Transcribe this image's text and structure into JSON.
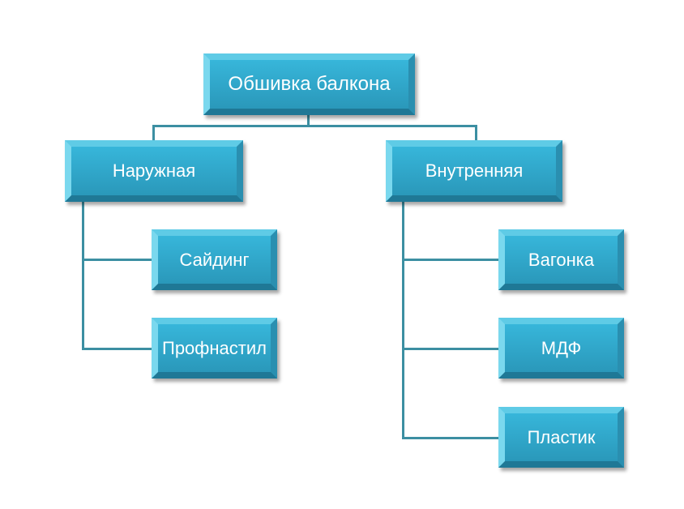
{
  "root": "Обшивка  балкона",
  "branches": [
    {
      "label": "Наружная",
      "children": [
        "Сайдинг",
        "Профнастил"
      ]
    },
    {
      "label": "Внутренняя",
      "children": [
        "Вагонка",
        "МДФ",
        "Пластик"
      ]
    }
  ]
}
